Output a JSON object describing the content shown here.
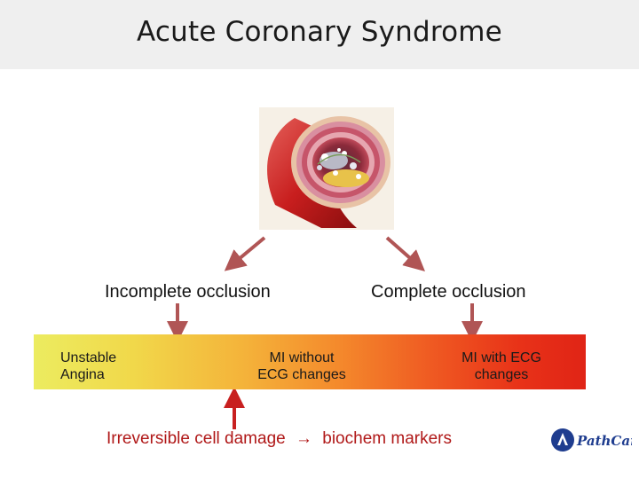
{
  "title": "Acute Coronary Syndrome",
  "branches": {
    "left": "Incomplete occlusion",
    "right": "Complete occlusion"
  },
  "spectrum": {
    "items": [
      {
        "line1": "Unstable",
        "line2": "Angina"
      },
      {
        "line1": "MI without",
        "line2": "ECG changes"
      },
      {
        "line1": "MI with ECG",
        "line2": "changes"
      }
    ]
  },
  "footer": {
    "text_before": "Irreversible cell damage",
    "arrow": "→",
    "text_after": "biochem markers"
  },
  "logo": {
    "text": "PathCare"
  },
  "colors": {
    "arrow_brown": "#b05555",
    "arrow_red": "#c82020",
    "footer_text": "#b01818"
  }
}
